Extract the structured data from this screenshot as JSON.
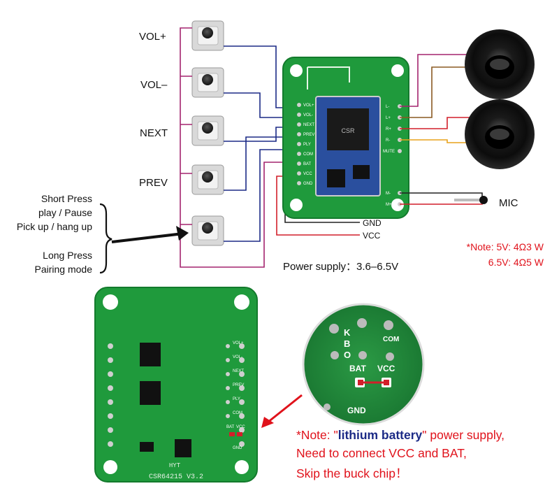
{
  "buttons": [
    {
      "label": "VOL+"
    },
    {
      "label": "VOL–"
    },
    {
      "label": "NEXT"
    },
    {
      "label": "PREV"
    }
  ],
  "multi_button": {
    "short_press": "Short Press",
    "short_action_1": "play / Pause",
    "short_action_2": "Pick up / hang up",
    "long_press": "Long Press",
    "long_action": "Pairing mode"
  },
  "board_pins": {
    "left": [
      "VOL+",
      "VOL-",
      "NEXT",
      "PREV",
      "PLY",
      "COM",
      "BAT",
      "VCC",
      "GND"
    ],
    "right": [
      "L-",
      "L+",
      "R+",
      "R-",
      "MUTE",
      "M-",
      "M+"
    ]
  },
  "power": {
    "gnd": "GND",
    "vcc": "VCC",
    "supply": "Power supply：3.6–6.5V"
  },
  "mic_label": "MIC",
  "note_speakers": {
    "line1": "*Note: 5V: 4Ω3 W",
    "line2": "6.5V: 4Ω5 W"
  },
  "bottom_board": {
    "model": "CSR64215  V3.2",
    "maker": "HYT",
    "pins": [
      "VOL+",
      "VOL-",
      "NEXT",
      "PREV",
      "PLY",
      "COM",
      "BAT",
      "VCC",
      "GND"
    ]
  },
  "zoom": {
    "letters": [
      "K",
      "B",
      "O"
    ],
    "bat": "BAT",
    "vcc": "VCC",
    "gnd": "GND",
    "com": "COM"
  },
  "note_battery": {
    "prefix": "*Note: \"",
    "highlight": "lithium battery",
    "suffix": "\" power supply,",
    "line2": "Need to connect VCC and BAT,",
    "line3": "Skip the buck chip！"
  },
  "colors": {
    "board_green": "#1f9a3c",
    "wire_magenta": "#a3236e",
    "wire_blue": "#1b2a86",
    "wire_red": "#d21f2a",
    "note_red": "#e0121b",
    "battery_blue": "#1b2a86"
  }
}
